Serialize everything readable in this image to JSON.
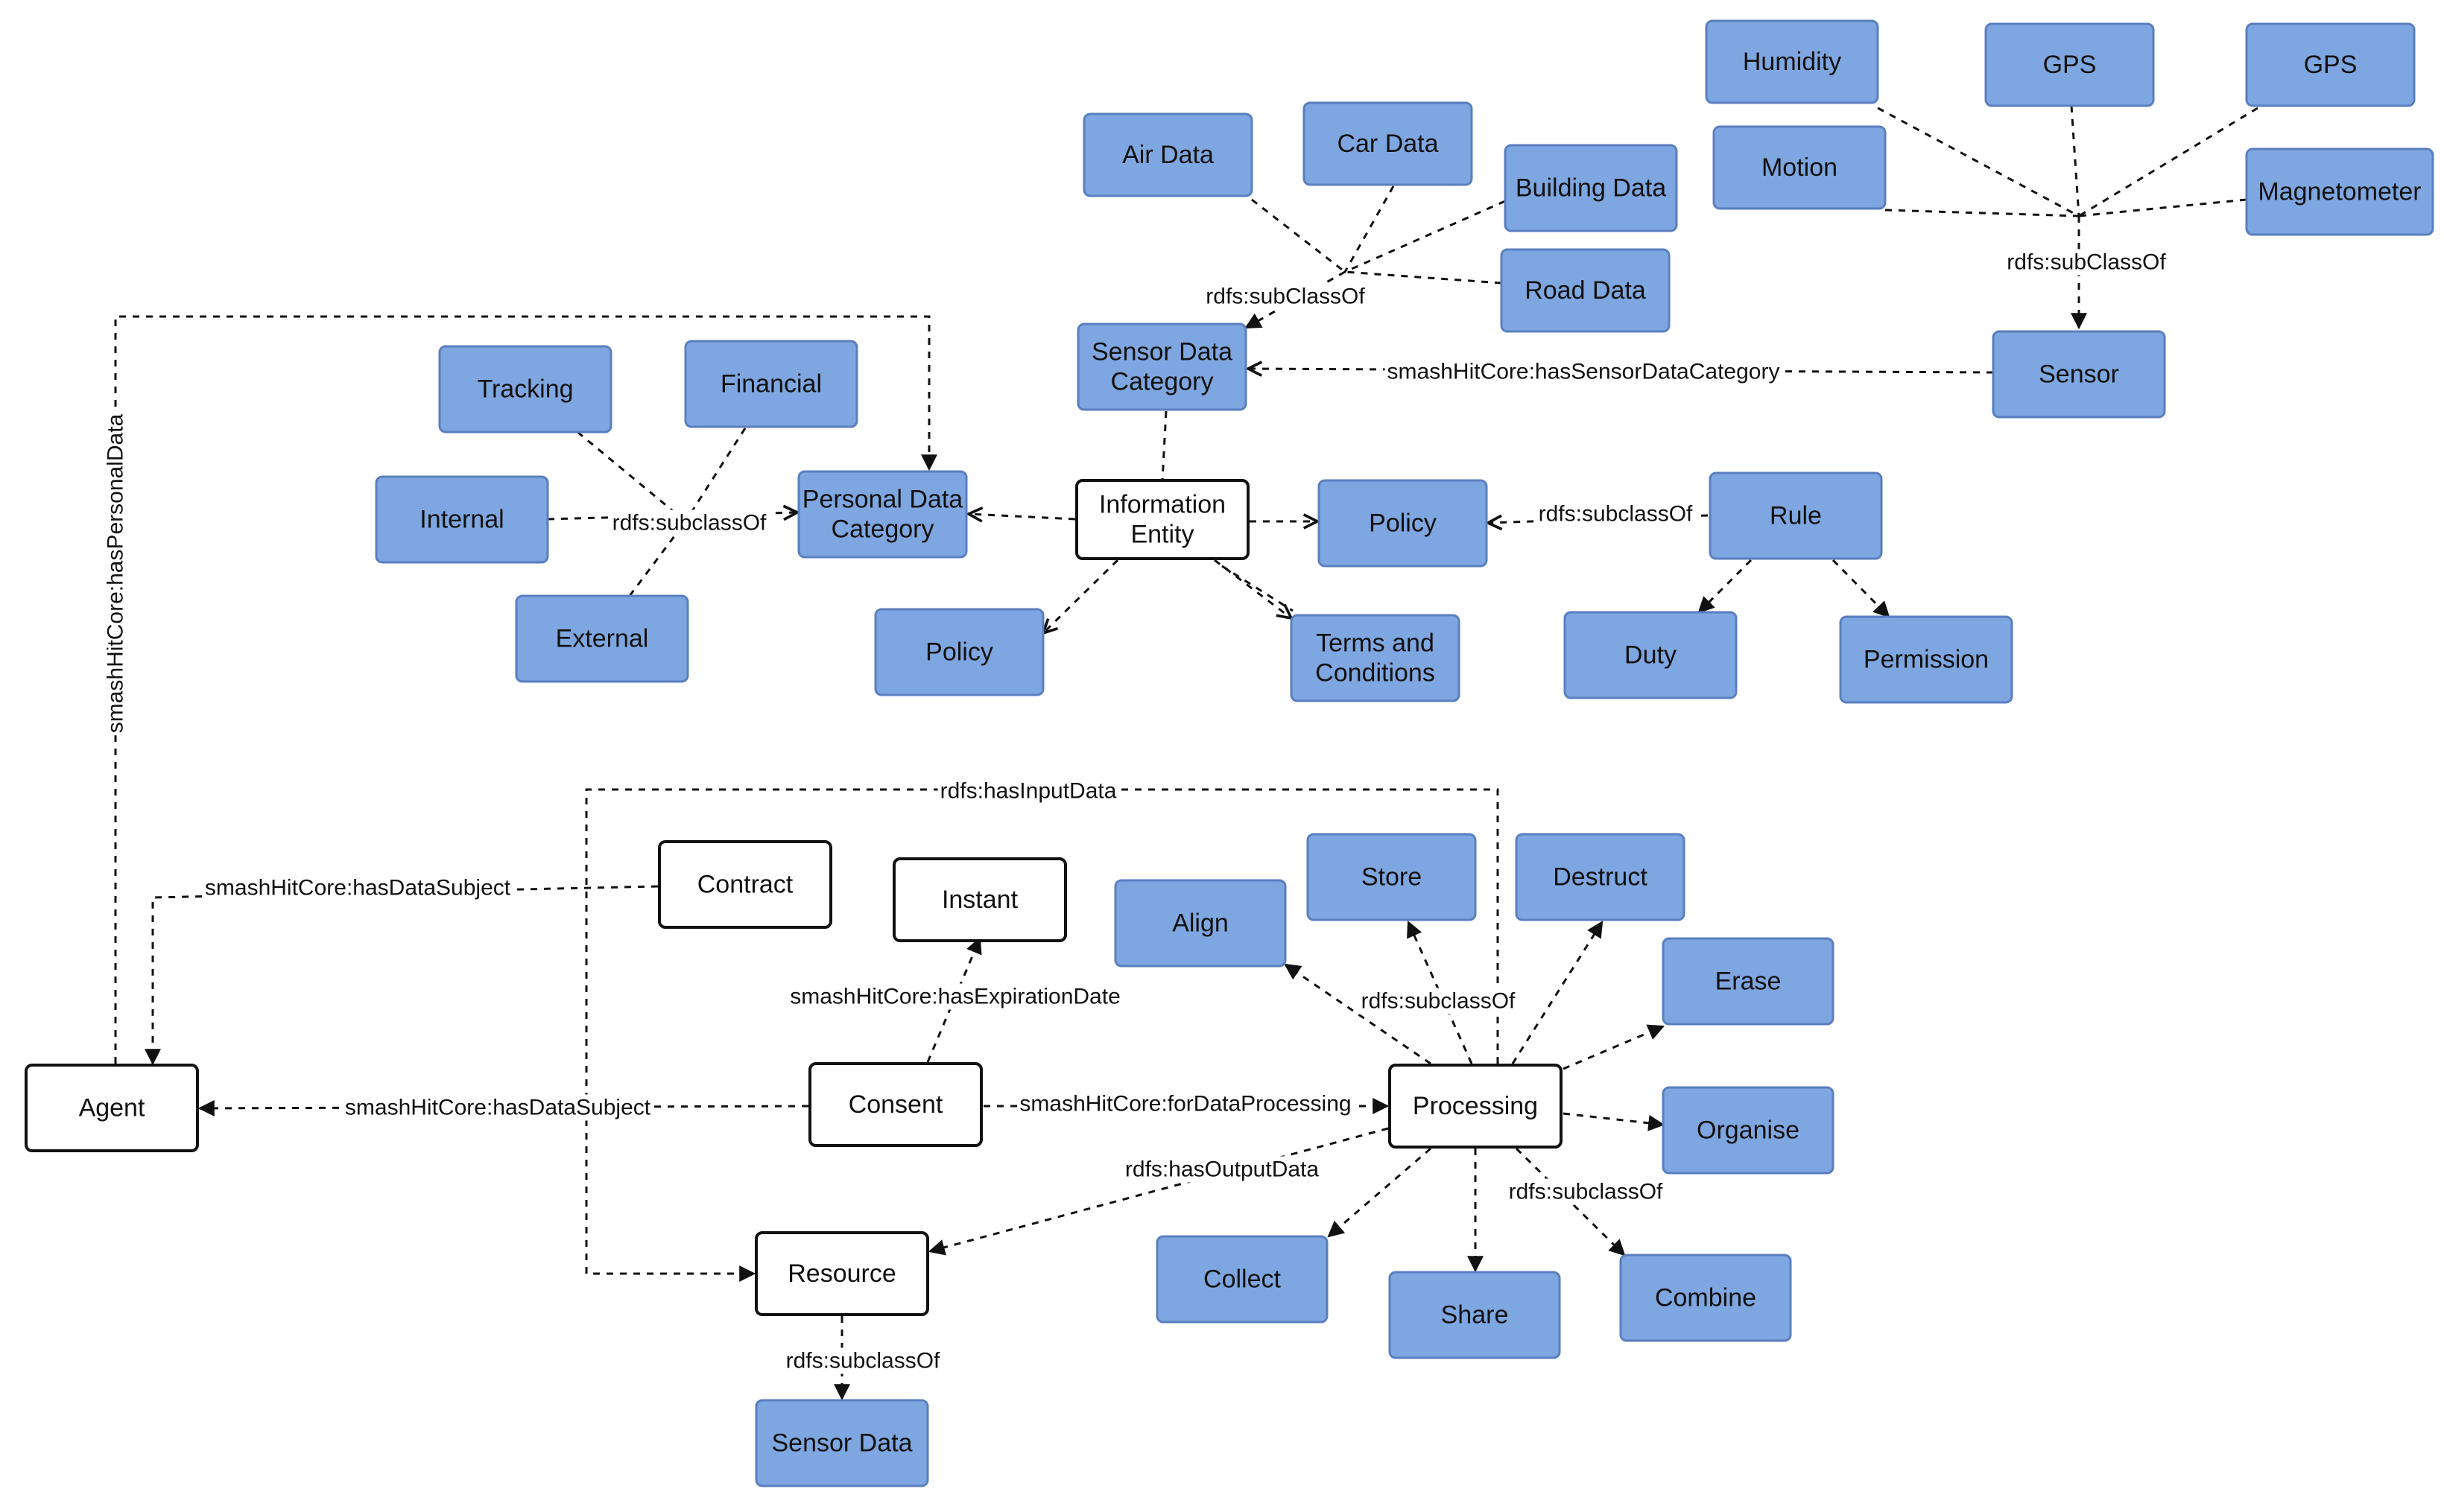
{
  "nodes": {
    "humidity": "Humidity",
    "gps1": "GPS",
    "gps2": "GPS",
    "motion": "Motion",
    "magnetometer": "Magnetometer",
    "air_data": "Air Data",
    "car_data": "Car Data",
    "building_data": "Building Data",
    "road_data": "Road Data",
    "sensor_data_category": [
      "Sensor Data",
      "Category"
    ],
    "sensor": "Sensor",
    "tracking": "Tracking",
    "financial": "Financial",
    "internal": "Internal",
    "external": "External",
    "personal_data_category": [
      "Personal Data",
      "Category"
    ],
    "information_entity": [
      "Information",
      "Entity"
    ],
    "policy_right": "Policy",
    "policy_left": "Policy",
    "terms_and_conditions": [
      "Terms and",
      "Conditions"
    ],
    "rule": "Rule",
    "duty": "Duty",
    "permission": "Permission",
    "contract": "Contract",
    "instant": "Instant",
    "agent": "Agent",
    "consent": "Consent",
    "processing": "Processing",
    "resource": "Resource",
    "sensor_data": "Sensor Data",
    "store": "Store",
    "destruct": "Destruct",
    "align": "Align",
    "erase": "Erase",
    "organise": "Organise",
    "collect": "Collect",
    "share": "Share",
    "combine": "Combine"
  },
  "edge_labels": {
    "sensor_subclass": "rdfs:subClassOf",
    "sensordata_subclass": "rdfs:subClassOf",
    "has_sensor_data_category": "smashHitCore:hasSensorDataCategory",
    "personal_subclass": "rdfs:subclassOf",
    "rule_subclass": "rdfs:subclassOf",
    "has_personal_data": "smashHitCore:hasPersonalData",
    "has_input_data": "rdfs:hasInputData",
    "contract_has_data_subject": "smashHitCore:hasDataSubject",
    "has_expiration_date": "smashHitCore:hasExpirationDate",
    "consent_has_data_subject": "smashHitCore:hasDataSubject",
    "for_data_processing": "smashHitCore:forDataProcessing",
    "has_output_data": "rdfs:hasOutputData",
    "processing_subclass_top": "rdfs:subclassOf",
    "processing_subclass_bottom": "rdfs:subclassOf",
    "resource_subclass": "rdfs:subclassOf"
  },
  "colors": {
    "concept_fill": "#7ea6e0",
    "concept_stroke": "#5a7fbf",
    "class_fill": "#ffffff",
    "stroke": "#111111"
  }
}
